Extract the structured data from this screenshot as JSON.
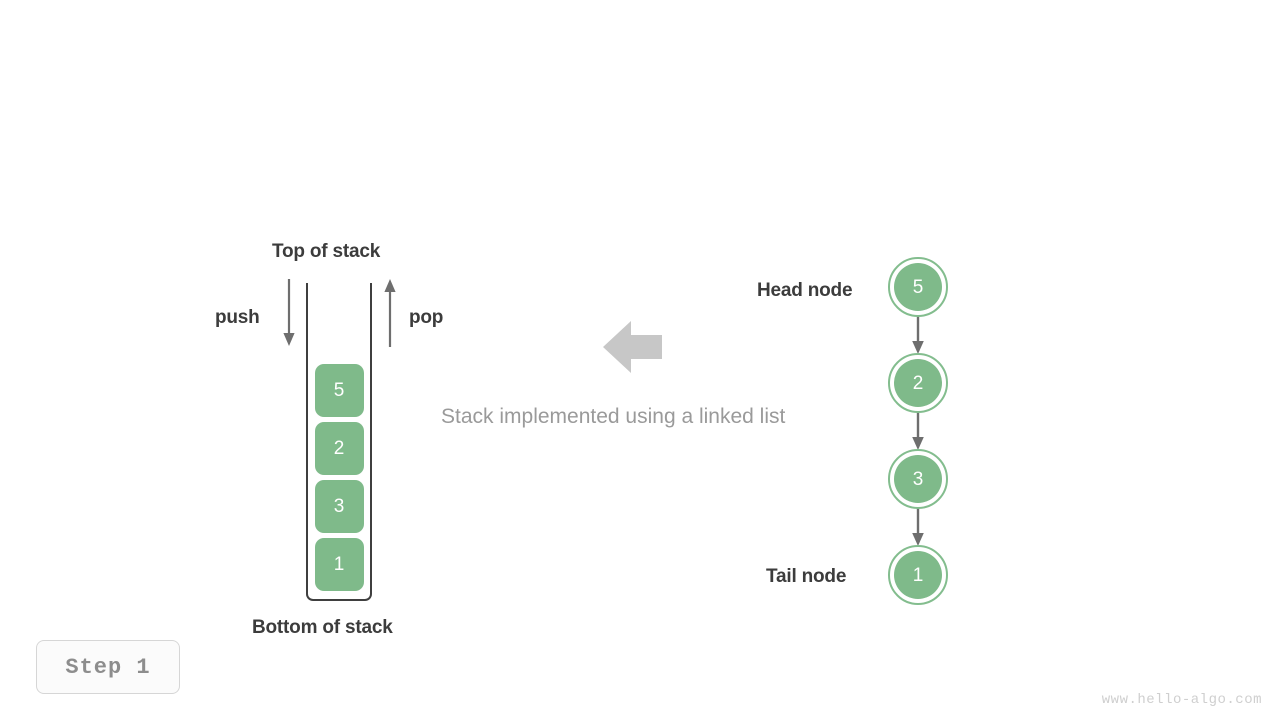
{
  "page": {
    "background_color": "#ffffff",
    "watermark": "www.hello-algo.com"
  },
  "step_badge": {
    "label": "Step 1"
  },
  "caption": {
    "text": "Stack implemented using a linked list"
  },
  "stack_panel": {
    "top_label": "Top of stack",
    "bottom_label": "Bottom of stack",
    "push_label": "push",
    "pop_label": "pop",
    "cells": [
      {
        "value": "5"
      },
      {
        "value": "2"
      },
      {
        "value": "3"
      },
      {
        "value": "1"
      }
    ],
    "cell_color": "#7fba8a",
    "container_border_color": "#3f3f3f",
    "arrow_color": "#6e6e6e"
  },
  "linked_list_panel": {
    "head_label": "Head node",
    "tail_label": "Tail node",
    "nodes": [
      {
        "value": "5"
      },
      {
        "value": "2"
      },
      {
        "value": "3"
      },
      {
        "value": "1"
      }
    ],
    "node_fill_color": "#7fba8a",
    "node_ring_color": "#83bd8e",
    "link_arrow_color": "#6e6e6e"
  },
  "transform_arrow": {
    "direction": "left",
    "color": "#c7c7c7"
  },
  "colors": {
    "text_strong": "#3c3c3c",
    "text_muted": "#9a9a9a",
    "accent_green": "#7fba8a"
  }
}
